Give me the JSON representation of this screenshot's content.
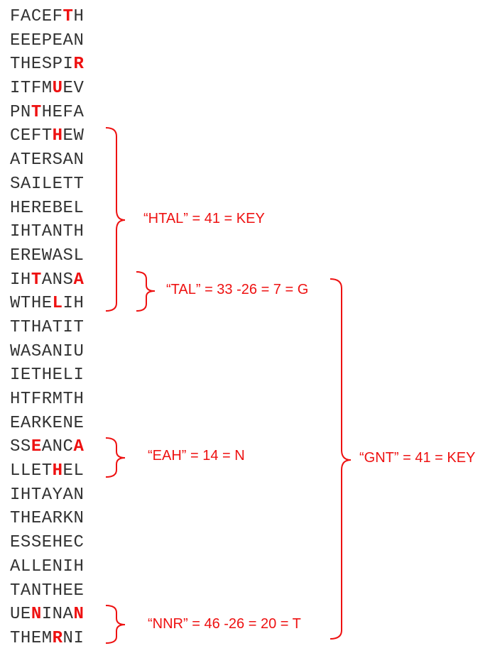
{
  "rows": [
    {
      "text": "FACEFTH",
      "hl": [
        5
      ]
    },
    {
      "text": "EEEPEAN",
      "hl": []
    },
    {
      "text": "THESPIR",
      "hl": [
        6
      ]
    },
    {
      "text": "ITFMUEV",
      "hl": [
        4
      ]
    },
    {
      "text": "PNTHEFA",
      "hl": [
        2
      ]
    },
    {
      "text": "CEFTHEW",
      "hl": [
        4
      ]
    },
    {
      "text": "ATERSAN",
      "hl": []
    },
    {
      "text": "SAILETT",
      "hl": []
    },
    {
      "text": "HEREBEL",
      "hl": []
    },
    {
      "text": "IHTANTH",
      "hl": []
    },
    {
      "text": "EREWASL",
      "hl": []
    },
    {
      "text": "IHTANSA",
      "hl": [
        2,
        6
      ]
    },
    {
      "text": "WTHELIH",
      "hl": [
        4
      ]
    },
    {
      "text": "TTHATIT",
      "hl": []
    },
    {
      "text": "WASANIU",
      "hl": []
    },
    {
      "text": "IETHELI",
      "hl": []
    },
    {
      "text": "HTFRMTH",
      "hl": []
    },
    {
      "text": "EARKENE",
      "hl": []
    },
    {
      "text": "SSEANCA",
      "hl": [
        2,
        6
      ]
    },
    {
      "text": "LLETHEL",
      "hl": [
        4
      ]
    },
    {
      "text": "IHTAYAN",
      "hl": []
    },
    {
      "text": "THEARKN",
      "hl": []
    },
    {
      "text": "ESSEHEC",
      "hl": []
    },
    {
      "text": "ALLENIH",
      "hl": []
    },
    {
      "text": "TANTHEE",
      "hl": []
    },
    {
      "text": "UENINAN",
      "hl": [
        2,
        6
      ]
    },
    {
      "text": "THEMRNI",
      "hl": [
        4
      ]
    }
  ],
  "annotations": {
    "htal": "“HTAL” = 41 = KEY",
    "tal": "“TAL” = 33 -26 = 7 = G",
    "eah": "“EAH” = 14 = N",
    "nnr": "“NNR” = 46 -26 = 20 = T",
    "gnt": "“GNT” = 41 = KEY"
  },
  "colors": {
    "highlight": "#ee1111",
    "text": "#333333",
    "bracket": "#ee1111"
  }
}
